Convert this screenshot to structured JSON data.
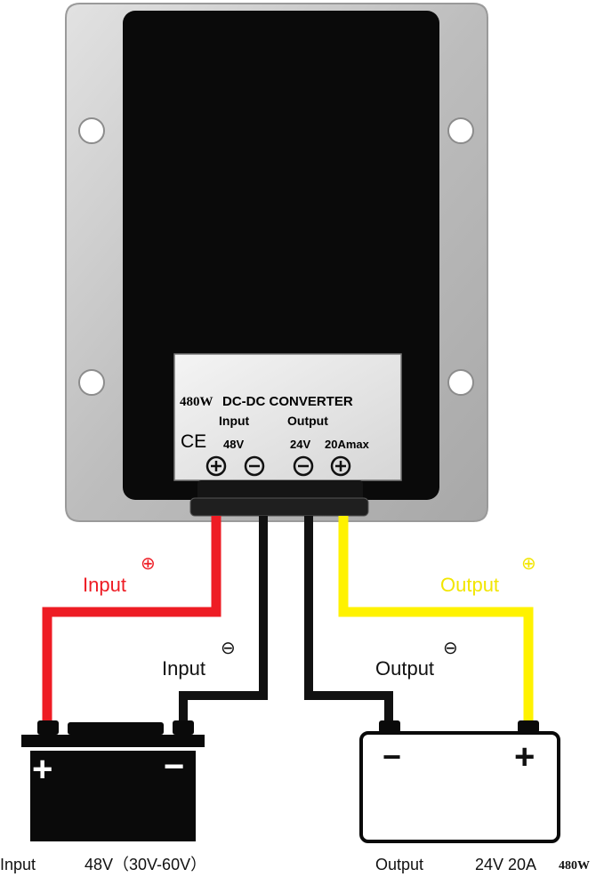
{
  "label": {
    "wattage": "480W",
    "title": "DC-DC CONVERTER",
    "input_heading": "Input",
    "output_heading": "Output",
    "ce_mark": "CE",
    "input_voltage": "48V",
    "output_voltage": "24V",
    "output_current": "20Amax"
  },
  "wiring": {
    "input_positive": "Input",
    "input_negative": "Input",
    "output_positive": "Output",
    "output_negative": "Output",
    "positive_symbol": "⊕",
    "negative_symbol": "⊖"
  },
  "battery": {
    "plus": "+",
    "minus": "−"
  },
  "load": {
    "plus": "+",
    "minus": "−"
  },
  "captions": {
    "input_word": "Input",
    "input_spec": "48V（30V-60V）",
    "output_word": "Output",
    "output_spec": "24V 20A",
    "output_power": "480W"
  },
  "colors": {
    "positive_input_wire": "#ee1c24",
    "negative_wire": "#111111",
    "positive_output_wire": "#fff200",
    "housing": "#c9c9c9",
    "case_body": "#0a0a0a",
    "input_label_text": "#ee1c24",
    "output_label_text": "#f2e600"
  }
}
